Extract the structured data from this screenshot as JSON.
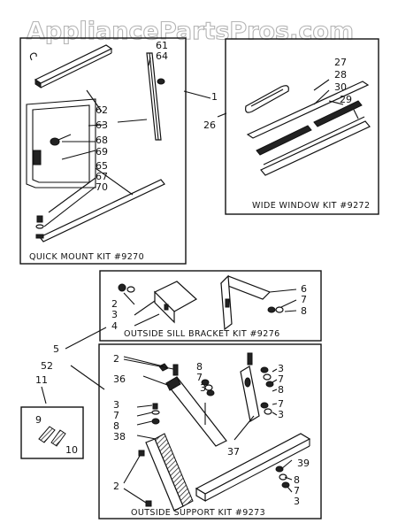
{
  "watermark": "AppliancePartsPros.com",
  "kits": {
    "quick_mount": "QUICK MOUNT KIT #9270",
    "wide_window": "WIDE WINDOW KIT #9272",
    "outside_sill": "OUTSIDE SILL BRACKET KIT #9276",
    "outside_support": "OUTSIDE SUPPORT KIT #9273"
  },
  "callouts": {
    "c1": "1",
    "c26": "26",
    "c61": "61",
    "c64": "64",
    "c62": "62",
    "c63": "63",
    "c68": "68",
    "c69": "69",
    "c65": "65",
    "c67": "67",
    "c70": "70",
    "c27": "27",
    "c28": "28",
    "c30": "30",
    "c29": "29",
    "sill_2": "2",
    "sill_3": "3",
    "sill_4": "4",
    "sill_6": "6",
    "sill_7": "7",
    "sill_8": "8",
    "c5": "5",
    "c52": "52",
    "c11": "11",
    "c9": "9",
    "c10": "10",
    "sup_2_top": "2",
    "sup_36": "36",
    "sup_8a": "8",
    "sup_7a": "7",
    "sup_3a": "3",
    "sup_3b": "3",
    "sup_7b": "7",
    "sup_8b": "8",
    "sup_38": "38",
    "sup_3c": "3",
    "sup_7c": "7",
    "sup_8c": "8",
    "sup_7d": "7",
    "sup_3d": "3",
    "sup_37": "37",
    "sup_39": "39",
    "sup_8e": "8",
    "sup_7e": "7",
    "sup_3e": "3",
    "sup_2_bottom": "2"
  }
}
